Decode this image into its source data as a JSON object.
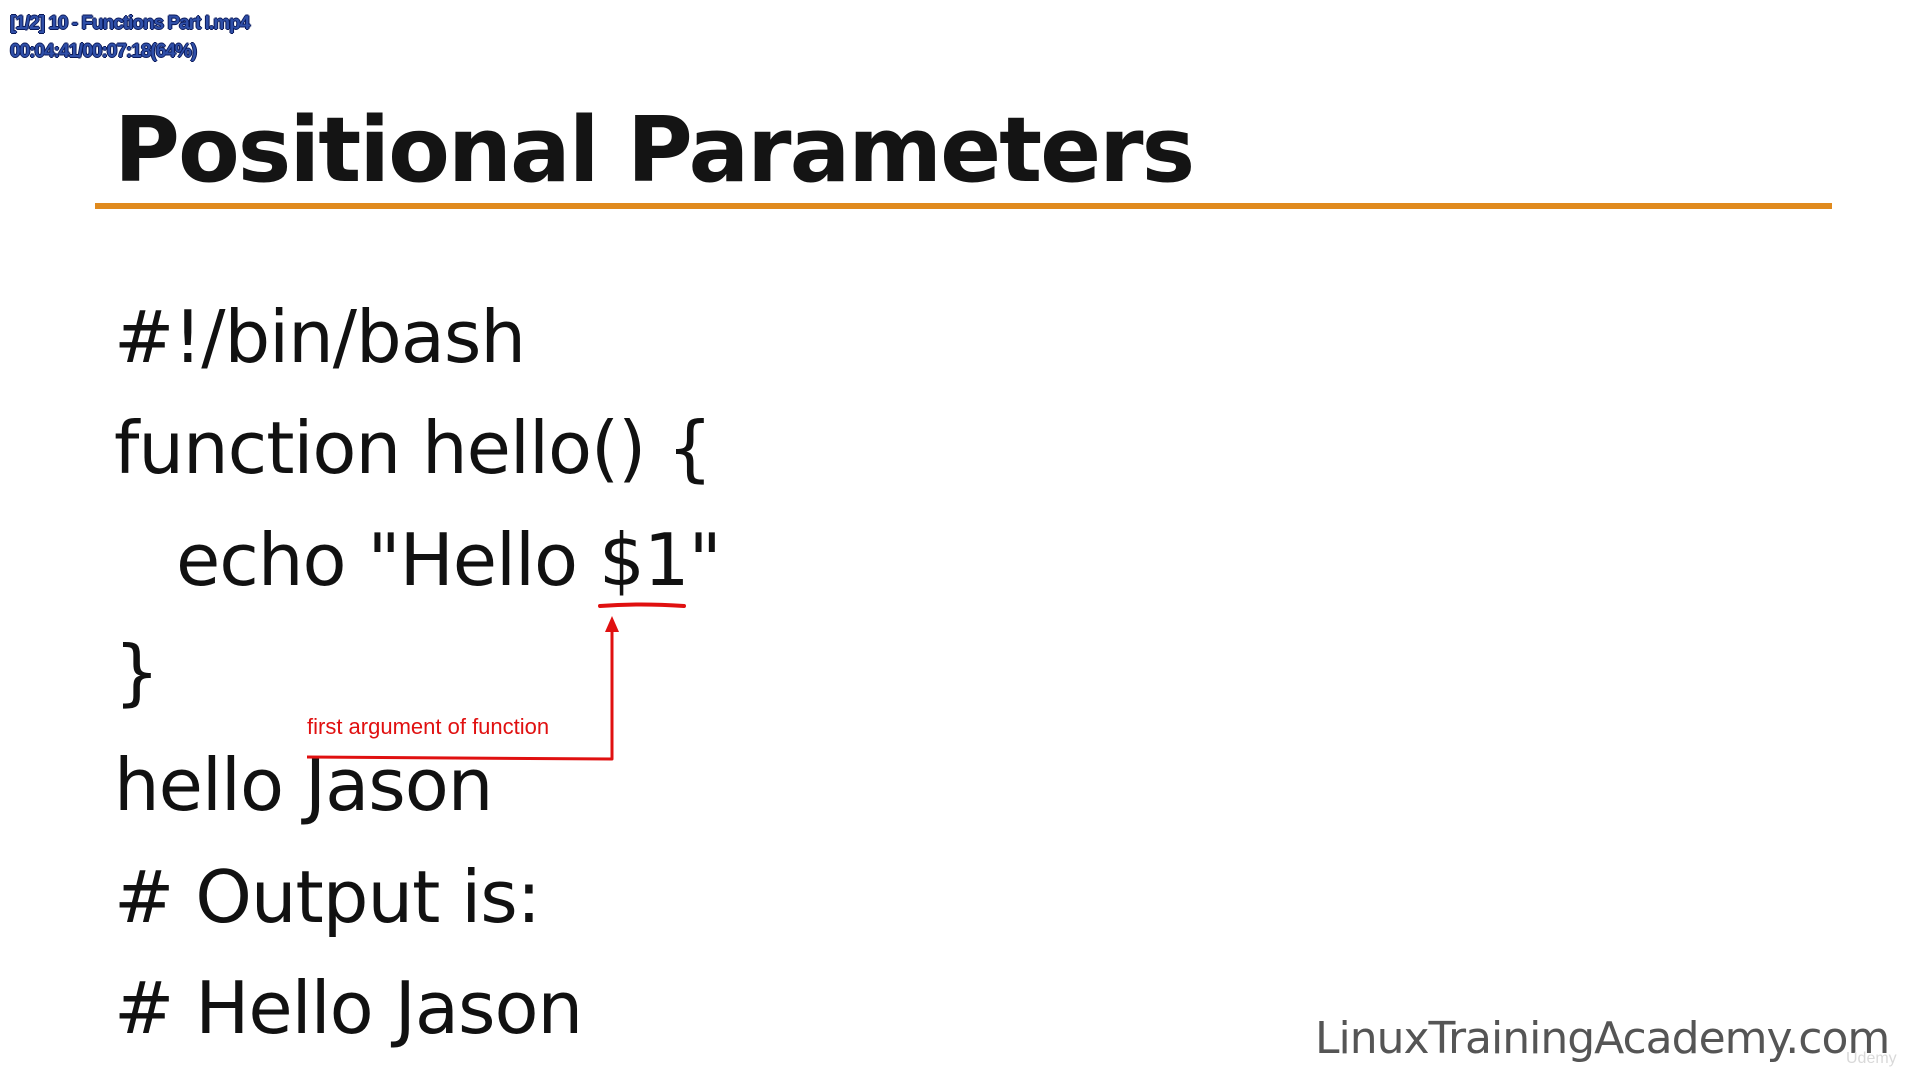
{
  "player_overlay": {
    "file_line": "[1/2] 10 - Functions Part I.mp4",
    "time_line": "00:04:41/00:07:18(64%)"
  },
  "slide": {
    "title": "Positional Parameters",
    "accent_color": "#e08a1e",
    "code_lines": [
      "#!/bin/bash",
      "function hello() {",
      "echo \"Hello $1\"",
      "}",
      "hello Jason",
      "# Output is:",
      "# Hello Jason"
    ],
    "annotation": {
      "label": "first argument of function",
      "color": "#e01010"
    },
    "website": "LinuxTrainingAcademy.com",
    "watermark": "Udemy"
  }
}
